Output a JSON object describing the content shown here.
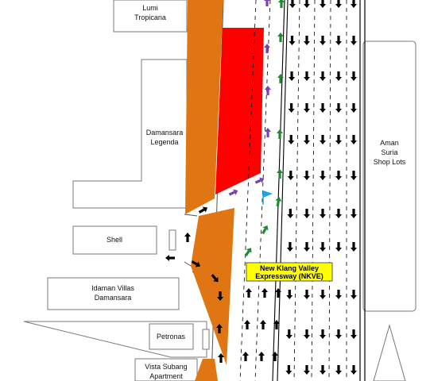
{
  "colors": {
    "median": "#e07613",
    "work_zone": "#ff0000",
    "arrow_traffic": "#000000",
    "arrow_merge_green": "#1c8a2e",
    "arrow_merge_purple": "#7b3fb5",
    "flag": "#1aa7e0",
    "highway_label_bg": "#ffff00"
  },
  "labels": {
    "lumi": [
      "Lumi",
      "Tropicana"
    ],
    "legenda": [
      "Damansara",
      "Legenda"
    ],
    "aman": [
      "Aman",
      "Suria",
      "Shop Lots"
    ],
    "shell": [
      "Shell"
    ],
    "idaman": [
      "Idaman Villas",
      "Damansara"
    ],
    "petronas": [
      "Petronas"
    ],
    "vista": [
      "Vista Subang",
      "Apartment"
    ]
  },
  "highway": {
    "name_lines": [
      "New Klang Valley",
      "Expressway (NKVE)"
    ]
  },
  "icons": {
    "traffic_arrow": "arrow-icon",
    "flag": "flag-icon"
  }
}
